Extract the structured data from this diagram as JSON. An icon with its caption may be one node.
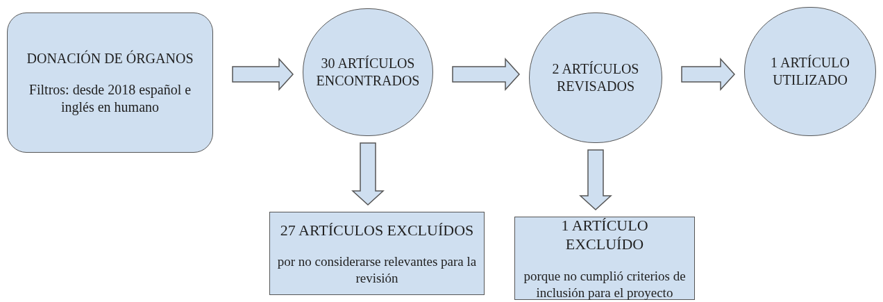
{
  "diagram": {
    "nodes": [
      {
        "text": [
          "DONACIÓN DE ÓRGANOS",
          "Filtros: desde 2018 español e inglés en humano"
        ]
      },
      {
        "text": [
          "30 ARTÍCULOS ENCONTRADOS"
        ]
      },
      {
        "text": [
          "2 ARTÍCULOS REVISADOS"
        ]
      },
      {
        "text": [
          "1 ARTÍCULO UTILIZADO"
        ]
      },
      {
        "text": [
          "27 ARTÍCULOS EXCLUÍDOS",
          "por no considerarse relevantes para la revisión"
        ]
      },
      {
        "text": [
          "1 ARTÍCULO EXCLUÍDO",
          "porque no cumplió criterios de inclusión para el proyecto"
        ]
      }
    ],
    "edges": [
      {
        "from": 0,
        "to": 1,
        "arrow": "to"
      },
      {
        "from": 1,
        "to": 2,
        "arrow": "to"
      },
      {
        "from": 2,
        "to": 3,
        "arrow": "to"
      },
      {
        "from": 1,
        "to": 4,
        "arrow": "to"
      },
      {
        "from": 2,
        "to": 5,
        "arrow": "to"
      }
    ]
  }
}
